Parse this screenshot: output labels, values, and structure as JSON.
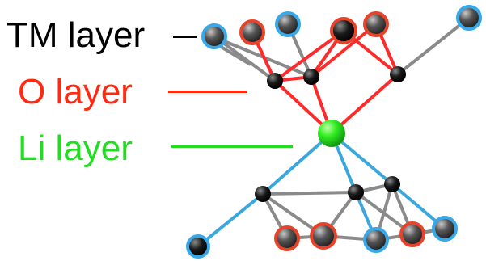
{
  "labels": {
    "tm_layer": "TM layer",
    "o_layer": "O layer",
    "li_layer": "Li layer"
  },
  "colors": {
    "tm_text": "#000000",
    "o_text": "#ff2a10",
    "li_text": "#22dd22",
    "o_bond": "#ff2a2a",
    "li_atom": "#33ee22",
    "lower_bond": "#3aa7dd",
    "tm_atom_fill": "#3e3e3e",
    "tm_ring_blue": "#39a8e8",
    "tm_ring_red": "#e8432a",
    "o_atom_fill": "#111111",
    "frame_bond": "#777777"
  },
  "icons": {
    "tm_atom": "grey-sphere-icon",
    "o_atom": "black-sphere-icon",
    "li_atom": "green-sphere-icon"
  }
}
